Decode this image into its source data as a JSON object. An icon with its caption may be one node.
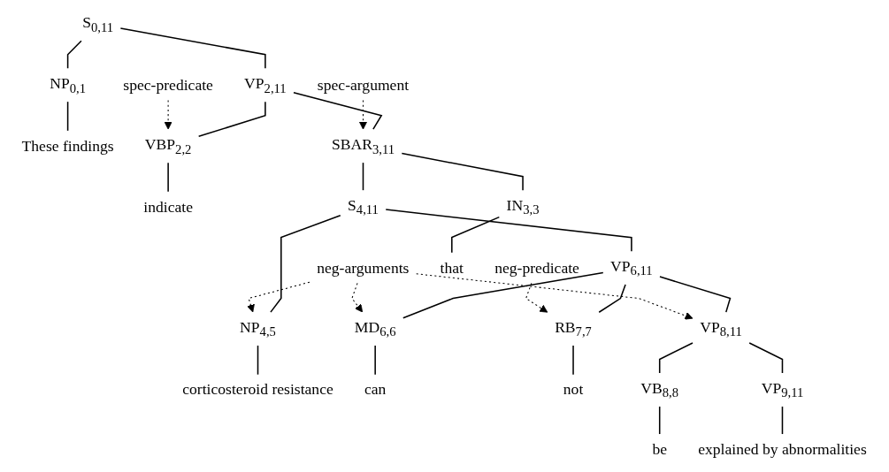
{
  "diagram": {
    "nodes": [
      {
        "text": [
          "spec-predicate"
        ]
      },
      {
        "text": [
          "S$_{0,11}$"
        ]
      },
      {
        "text": [
          "spec-argument"
        ]
      },
      {
        "text": [
          "neg-arguments"
        ]
      },
      {
        "text": [
          "NP$_{0,1}$"
        ]
      },
      {
        "text": [
          "VP$_{2,11}$"
        ]
      },
      {
        "text": [
          "These findings"
        ]
      },
      {
        "text": [
          "VBP$_{2,2}$"
        ]
      },
      {
        "text": [
          "SBAR$_{3,11}$"
        ]
      },
      {
        "text": [
          "neg-predicate"
        ]
      },
      {
        "text": [
          "indicate"
        ]
      },
      {
        "text": [
          "IN$_{3,3}$"
        ]
      },
      {
        "text": [
          "S$_{4,11}$"
        ]
      },
      {
        "text": [
          "that"
        ]
      },
      {
        "text": [
          "NP$_{4,5}$"
        ]
      },
      {
        "text": [
          "VP$_{6,11}$"
        ]
      },
      {
        "text": [
          "corticosteroid resistance"
        ]
      },
      {
        "text": [
          "MD$_{6,6}$"
        ]
      },
      {
        "text": [
          "RB$_{7,7}$"
        ]
      },
      {
        "text": [
          "VP$_{8,11}$"
        ]
      },
      {
        "text": [
          "can"
        ]
      },
      {
        "text": [
          "not"
        ]
      },
      {
        "text": [
          "VB$_{8,8}$"
        ]
      },
      {
        "text": [
          "VP$_{9,11}$"
        ]
      },
      {
        "text": [
          "be"
        ]
      },
      {
        "text": [
          "explained by abnormalities"
        ]
      }
    ],
    "edges": [
      {
        "from": 1,
        "to": 4,
        "arrow": "none"
      },
      {
        "from": 1,
        "to": 5,
        "arrow": "none"
      },
      {
        "from": 4,
        "to": 6,
        "arrow": "none"
      },
      {
        "from": 5,
        "to": 7,
        "arrow": "none"
      },
      {
        "from": 5,
        "to": 8,
        "arrow": "none"
      },
      {
        "from": 7,
        "to": 10,
        "arrow": "none"
      },
      {
        "from": 8,
        "to": 11,
        "arrow": "none"
      },
      {
        "from": 8,
        "to": 12,
        "arrow": "none"
      },
      {
        "from": 11,
        "to": 13,
        "arrow": "none"
      },
      {
        "from": 12,
        "to": 14,
        "arrow": "none"
      },
      {
        "from": 12,
        "to": 15,
        "arrow": "none"
      },
      {
        "from": 14,
        "to": 16,
        "arrow": "none"
      },
      {
        "from": 15,
        "to": 17,
        "arrow": "none"
      },
      {
        "from": 15,
        "to": 18,
        "arrow": "none"
      },
      {
        "from": 15,
        "to": 19,
        "arrow": "none"
      },
      {
        "from": 17,
        "to": 20,
        "arrow": "none"
      },
      {
        "from": 18,
        "to": 21,
        "arrow": "none"
      },
      {
        "from": 19,
        "to": 22,
        "arrow": "none"
      },
      {
        "from": 19,
        "to": 23,
        "arrow": "none"
      },
      {
        "from": 22,
        "to": 24,
        "arrow": "none"
      },
      {
        "from": 23,
        "to": 25,
        "arrow": "none"
      },
      {
        "from": 0,
        "to": 7,
        "arrow": "to",
        "style": "dashed"
      },
      {
        "from": 2,
        "to": 8,
        "arrow": "to",
        "style": "dashed"
      },
      {
        "from": 3,
        "to": 14,
        "arrow": "to",
        "style": "dashed"
      },
      {
        "from": 3,
        "to": 17,
        "arrow": "to",
        "style": "dashed"
      },
      {
        "from": 3,
        "to": 19,
        "arrow": "to",
        "style": "dashed"
      },
      {
        "from": 9,
        "to": 18,
        "arrow": "to",
        "style": "dashed"
      }
    ]
  }
}
